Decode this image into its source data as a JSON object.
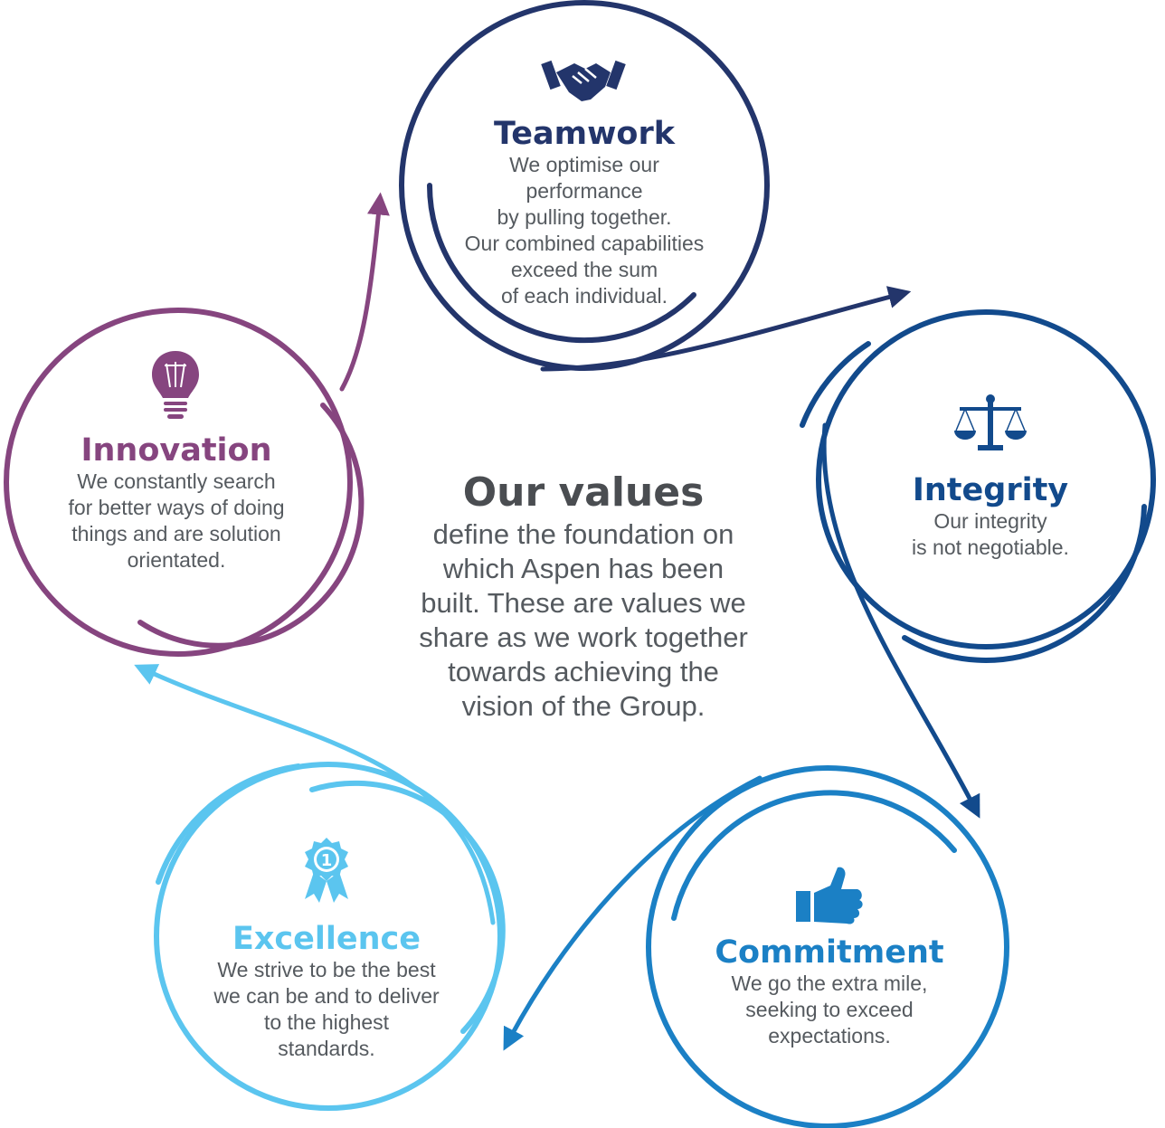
{
  "center": {
    "title": "Our values",
    "description": "define the foundation on\nwhich Aspen has been\nbuilt. These are values we\nshare as we work together\ntowards achieving the\nvision of the Group."
  },
  "colors": {
    "teamwork": "#23356b",
    "integrity": "#124a8c",
    "commitment": "#1b80c5",
    "excellence": "#5bc5ef",
    "innovation": "#86457f",
    "body_text": "#555a5f",
    "heading": "#4a4d51"
  },
  "values": [
    {
      "key": "teamwork",
      "icon": "handshake-icon",
      "title": "Teamwork",
      "description": "We optimise our\nperformance\nby pulling together.\nOur combined capabilities\nexceed the sum\nof each individual."
    },
    {
      "key": "integrity",
      "icon": "scales-of-justice-icon",
      "title": "Integrity",
      "description": "Our integrity\nis not negotiable."
    },
    {
      "key": "commitment",
      "icon": "thumbs-up-icon",
      "title": "Commitment",
      "description": "We go the extra mile,\nseeking to exceed\nexpectations."
    },
    {
      "key": "excellence",
      "icon": "award-ribbon-icon",
      "title": "Excellence",
      "description": "We strive to be the best\nwe can be and to deliver\nto the highest\nstandards."
    },
    {
      "key": "innovation",
      "icon": "light-bulb-icon",
      "title": "Innovation",
      "description": "We constantly search\nfor better ways of doing\nthings and are solution\norientated."
    }
  ],
  "award_badge_number": "1"
}
